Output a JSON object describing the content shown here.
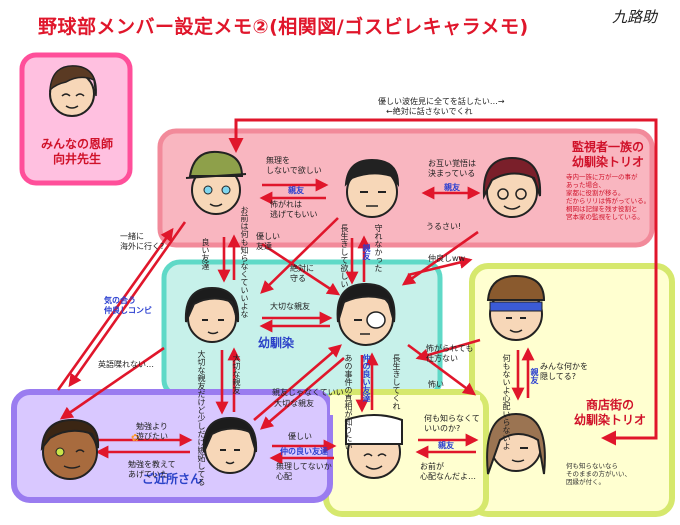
{
  "title": "野球部メンバー設定メモ②(相関図/ゴスビレキャラメモ)",
  "signature": "九路助",
  "colors": {
    "red": "#e0162b",
    "blue": "#2a3fd0",
    "pink_box": "#f9b6c0",
    "pink_outer": "#ff4f9a",
    "teal_box": "#c7f1ea",
    "teal_outer": "#5fd9c7",
    "yellow_box": "#ffffd0",
    "yellow_outer": "#d6e86d",
    "purple_box": "#d9c8ff",
    "purple_outer": "#9a7cf0"
  },
  "groups": {
    "teacher": "みんなの恩師\n向井先生",
    "kanshi": "監視者一族の\n幼馴染トリオ",
    "osananajimi": "幼馴染",
    "shotengai": "商店街の\n幼馴染トリオ",
    "kinjo": "ご近所さん"
  },
  "notes": {
    "kanshi_note": "寺内一族に万が一の事が\nあった場合、\n家都に役割が移る。\nだからリリは怖がっている。\n桐岡は記録を残す役割と\n宮本家の監視をしている。",
    "shotengai_note": "何も知らないなら\nそのままの方がいい、\n因縁が付く。"
  },
  "labels": {
    "top_1": "優しい波佐見に全てを話したい…→",
    "top_2": "←絶対に話さないでくれ",
    "muri": "無理を\nしないで欲しい",
    "shinyu_1": "親友",
    "kowagari": "怖がれは\n逃げてもいい",
    "otagai": "お互い覚悟は\n決まっている",
    "shinyu_2": "親友",
    "ururusai": "うるさい!",
    "nakayoshi_ww": "仲良しww",
    "issho": "一緒に\n海外に行く?",
    "ki_no_au": "気の合う\n仲良しコンビ",
    "eigo": "英語喋れない…",
    "omae_v": "お前は何も知らなくていいよな",
    "yoi_tomo": "良い友達",
    "yasashii_tomo": "優しい\n友達",
    "zettai": "絶対に\n守る",
    "daiji_1": "大切な親友",
    "chou_v": "長生きして欲しい",
    "shinyu_3": "親友",
    "mamore": "守れなかった",
    "osananajimi_center": "幼馴染",
    "taisetsu_v": "大切な親友",
    "taisetsu_dakedo_v": "大切な親友だけど少しだけ嫉妬してる",
    "shinyu_naku": "親友じゃなくていい",
    "taisetsu_2": "大切な親友",
    "naka_v": "仲の良い友達",
    "ano_jiken_v": "あの事件の真相が知りたい",
    "chou2_v": "長生きしてくれ",
    "kowai_hodo": "怖がられても\n仕方ない",
    "kowai": "怖い",
    "minna": "みんな何かを\n隠してる?",
    "nanimo_v": "何もないよ心配いらないよ",
    "shinyu_4": "親友",
    "benkyo_yori": "勉強より\n遊びたい",
    "benkyo_oshiete": "勉強を教えて\nあげていた",
    "yasashii": "優しい",
    "naka_2": "仲の良い友達",
    "muri_2": "無理してないか\n心配",
    "nanimo_shiranakute": "何も知らなくて\nいいのか?",
    "shinyu_5": "親友",
    "omae_ga": "お前が\n心配なんだよ…"
  }
}
